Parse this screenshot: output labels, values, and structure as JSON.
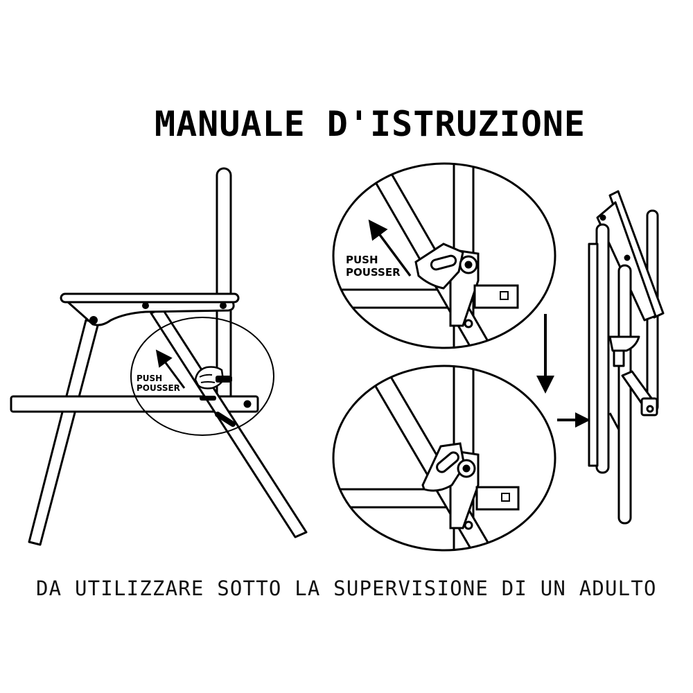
{
  "title": "MANUALE D'ISTRUZIONE",
  "footer": "DA UTILIZZARE SOTTO LA SUPERVISIONE DI UN ADULTO",
  "labels": {
    "push": "PUSH",
    "pousser": "POUSSER"
  }
}
